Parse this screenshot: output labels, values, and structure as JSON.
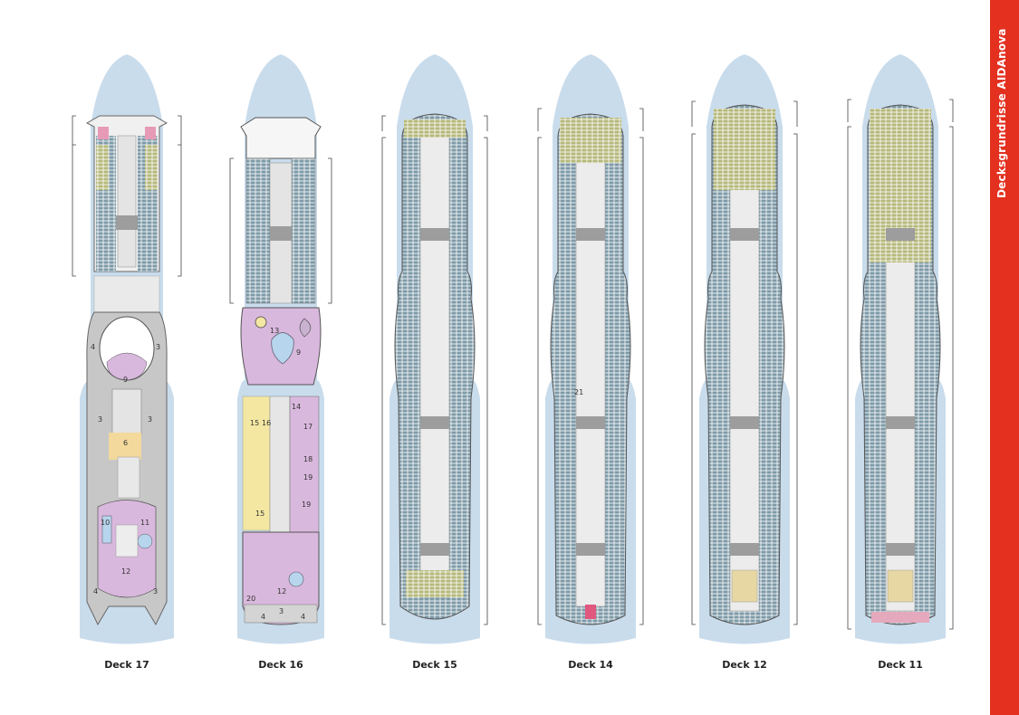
{
  "header": {
    "title": "Decksgrundrisse AIDAnova"
  },
  "decks": [
    {
      "label": "Deck 17"
    },
    {
      "label": "Deck 16"
    },
    {
      "label": "Deck 15"
    },
    {
      "label": "Deck 14"
    },
    {
      "label": "Deck 12"
    },
    {
      "label": "Deck 11"
    }
  ],
  "area_numbers": {
    "deck17": [
      "4",
      "3",
      "9",
      "3",
      "3",
      "6",
      "10",
      "11",
      "12",
      "4",
      "3"
    ],
    "deck16": [
      "13",
      "9",
      "14",
      "15",
      "16",
      "17",
      "18",
      "19",
      "19",
      "15",
      "12",
      "20",
      "4",
      "3",
      "4"
    ],
    "deck14": [
      "21"
    ]
  },
  "colors": {
    "water": "#c9dcec",
    "hull_light": "#f0f0f0",
    "hull_outline": "#666666",
    "cabins": "#7d9aa8",
    "suites": "#b5b87a",
    "spa": "#d9b8dd",
    "sun_deck": "#f3e7a2",
    "lounge": "#ede6b0",
    "sports": "#bdbdbd",
    "accent": "#e3301f"
  }
}
